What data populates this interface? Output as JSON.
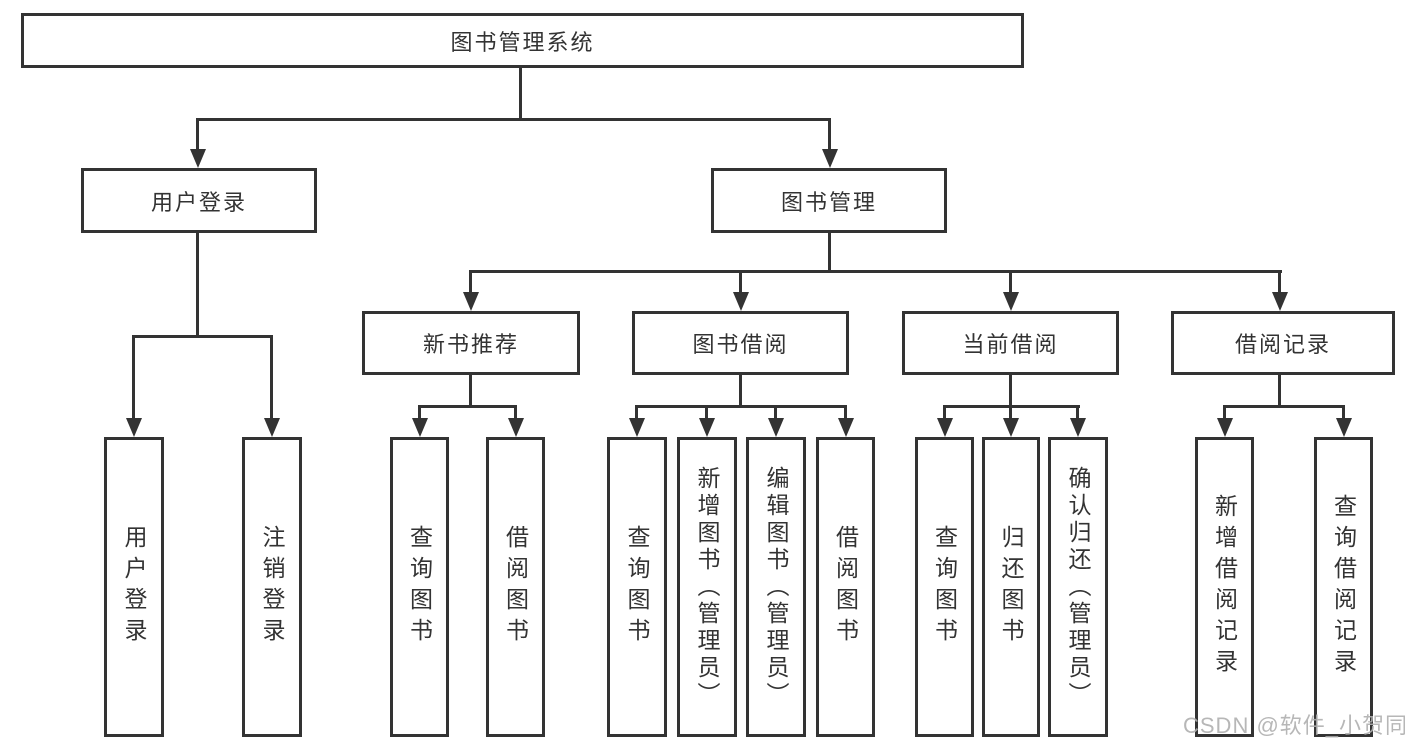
{
  "colors": {
    "line": "#333333",
    "text": "#333333",
    "watermark": "#b0b0b0",
    "bg": "#ffffff"
  },
  "root": {
    "label": "图书管理系统"
  },
  "branches": [
    {
      "label": "用户登录",
      "children": [
        {
          "label": "用户登录"
        },
        {
          "label": "注销登录"
        }
      ]
    },
    {
      "label": "图书管理",
      "children": [
        {
          "label": "新书推荐",
          "children": [
            {
              "label": "查询图书"
            },
            {
              "label": "借阅图书"
            }
          ]
        },
        {
          "label": "图书借阅",
          "children": [
            {
              "label": "查询图书"
            },
            {
              "label": "新增图书（管理员）"
            },
            {
              "label": "编辑图书（管理员）"
            },
            {
              "label": "借阅图书"
            }
          ]
        },
        {
          "label": "当前借阅",
          "children": [
            {
              "label": "查询图书"
            },
            {
              "label": "归还图书"
            },
            {
              "label": "确认归还（管理员）"
            }
          ]
        },
        {
          "label": "借阅记录",
          "children": [
            {
              "label": "新增借阅记录"
            },
            {
              "label": "查询借阅记录"
            }
          ]
        }
      ]
    }
  ],
  "watermark": {
    "text": "CSDN @软件_小贺同学"
  }
}
